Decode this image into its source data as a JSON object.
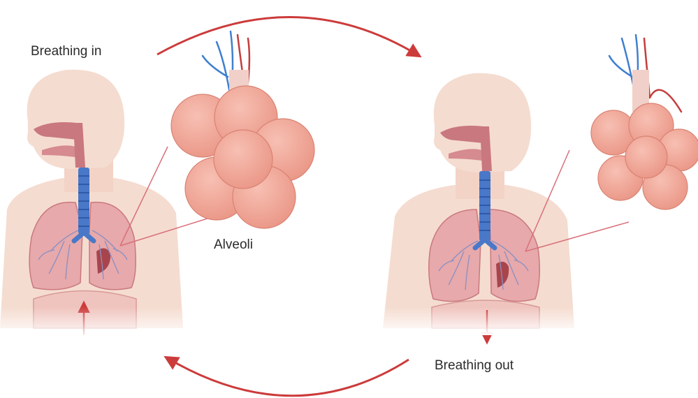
{
  "labels": {
    "breathing_in": "Breathing in",
    "alveoli": "Alveoli",
    "breathing_out": "Breathing out"
  },
  "colors": {
    "skin": "#f5dcd0",
    "skin_shade": "#efcfc2",
    "trachea": "#4a78c8",
    "lung": "#e7a9ab",
    "lung_edge": "#c9787f",
    "bronchi": "#8a8fc4",
    "alveoli": "#f1a696",
    "alveoli_edge": "#d98272",
    "cycle_arrow": "#cc3b3b",
    "vein": "#3f7fd0",
    "artery": "#c43d3d"
  }
}
